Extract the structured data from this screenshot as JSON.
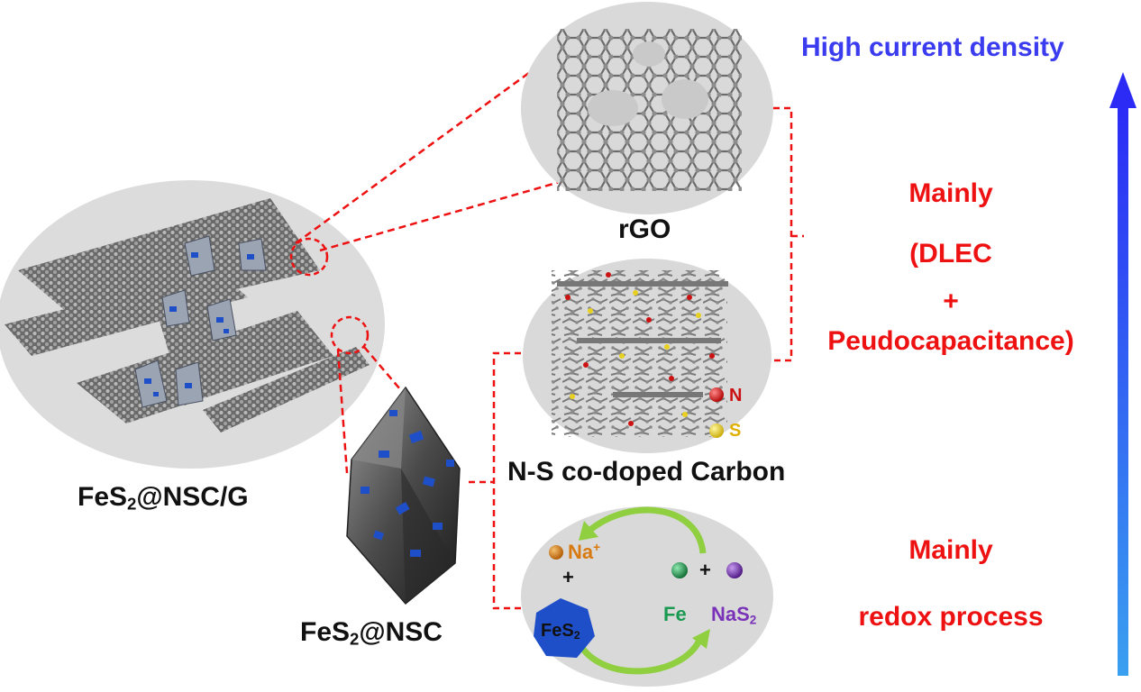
{
  "labels": {
    "high_current_density": "High current density",
    "rgo": "rGO",
    "ns_carbon": "N-S co-doped Carbon",
    "composite_g_prefix": "FeS",
    "composite_g_sub": "2",
    "composite_g_suffix": "@NSC/G",
    "composite_prefix": "FeS",
    "composite_sub": "2",
    "composite_suffix": "@NSC",
    "legend_n": "N",
    "legend_s": "S"
  },
  "upper_mechanism": {
    "line1": "Mainly",
    "line2": "(DLEC",
    "line3": "+",
    "line4": "Peudocapacitance)"
  },
  "lower_mechanism": {
    "line1": "Mainly",
    "line2": "redox process"
  },
  "reaction": {
    "na_text": "Na",
    "na_charge": "+",
    "plus1": "+",
    "plus2": "+",
    "fes2_prefix": "FeS",
    "fes2_sub": "2",
    "fe": "Fe",
    "nas2_prefix": "NaS",
    "nas2_sub": "2"
  },
  "colors": {
    "accent_red": "#ee1111",
    "arrow_blue": "#2b2bf5",
    "arrow_light": "#3aa0f0",
    "n_atom": "#cc1111",
    "s_atom": "#e8d020",
    "fes2": "#1f4fc8",
    "na_atom": "#d87a10",
    "fe_atom": "#1a9a50",
    "nas2_atom": "#7a33b8",
    "cycle_arrow": "#8fcf40"
  },
  "icons": {
    "graphene": "graphene-lattice-icon",
    "crystal": "octahedral-crystal-icon",
    "arrow": "up-arrow-icon"
  }
}
